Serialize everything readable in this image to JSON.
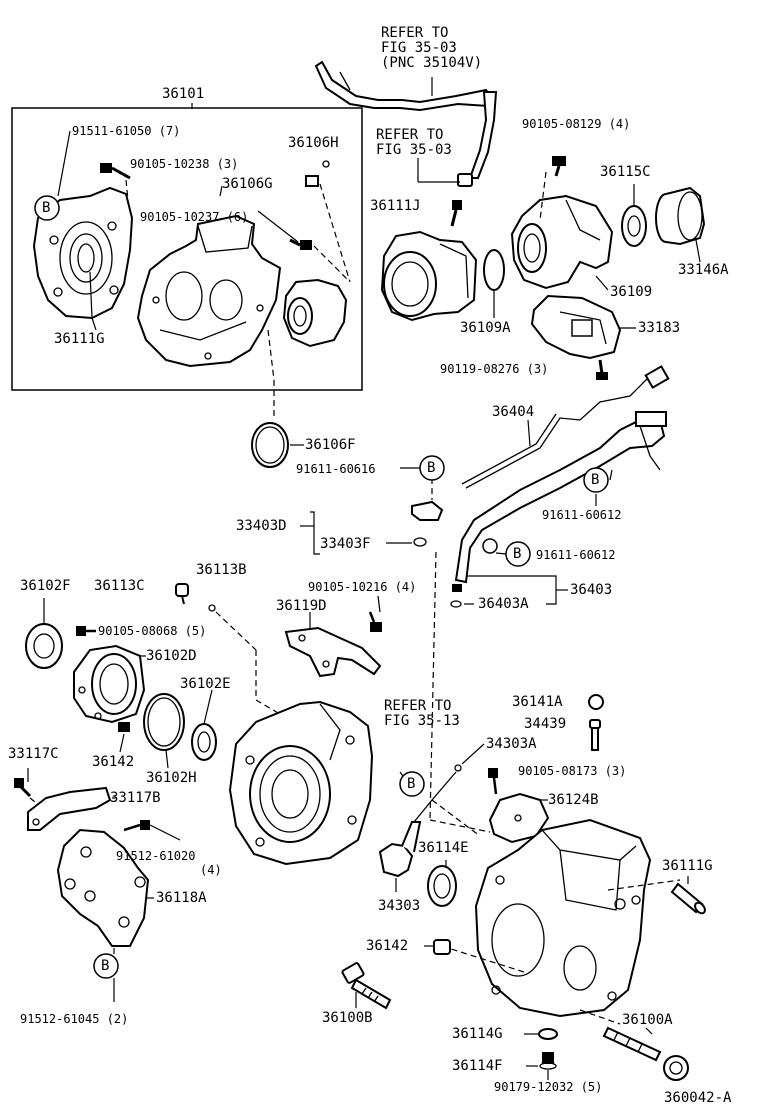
{
  "callouts": {
    "b_marker": "B",
    "refer_top_1": "REFER TO",
    "refer_top_2": "FIG 35-03",
    "refer_top_3": "(PNC 35104V)",
    "refer_mid_1": "REFER TO",
    "refer_mid_2": "FIG 35-03",
    "refer_low_1": "REFER TO",
    "refer_low_2": "FIG 35-13"
  },
  "labels": {
    "p36101": "36101",
    "p91511_61050": "91511-61050 (7)",
    "p36106H": "36106H",
    "p90105_10238": "90105-10238 (3)",
    "p36106G": "36106G",
    "p90105_10237": "90105-10237 (6)",
    "p36111G_top": "36111G",
    "p36106F": "36106F",
    "p91611_60616": "91611-60616",
    "p90105_08129": "90105-08129 (4)",
    "p36115C": "36115C",
    "p36111J": "36111J",
    "p33146A": "33146A",
    "p36109": "36109",
    "p36109A": "36109A",
    "p33183": "33183",
    "p90119_08276": "90119-08276 (3)",
    "p36404": "36404",
    "p91611_60612_a": "91611-60612",
    "p33403D": "33403D",
    "p33403F": "33403F",
    "p91611_60612_b": "91611-60612",
    "p36403": "36403",
    "p36403A": "36403A",
    "p36102F": "36102F",
    "p36113C": "36113C",
    "p36113B": "36113B",
    "p90105_10216": "90105-10216 (4)",
    "p90105_08068": "90105-08068 (5)",
    "p36119D": "36119D",
    "p36102D": "36102D",
    "p36102E": "36102E",
    "p36142_left": "36142",
    "p36102H": "36102H",
    "p33117C": "33117C",
    "p33117B": "33117B",
    "p91512_61020": "91512-61020",
    "p91512_61020_qty": "(4)",
    "p36118A": "36118A",
    "p91512_61045": "91512-61045 (2)",
    "p36141A": "36141A",
    "p34439": "34439",
    "p34303A": "34303A",
    "p90105_08173": "90105-08173 (3)",
    "p36124B": "36124B",
    "p36114E": "36114E",
    "p36111G_bot": "36111G",
    "p34303": "34303",
    "p36142_mid": "36142",
    "p36100B": "36100B",
    "p36100A": "36100A",
    "p36114G": "36114G",
    "p36114F": "36114F",
    "p90179_12032": "90179-12032 (5)",
    "p360042A": "360042-A"
  }
}
